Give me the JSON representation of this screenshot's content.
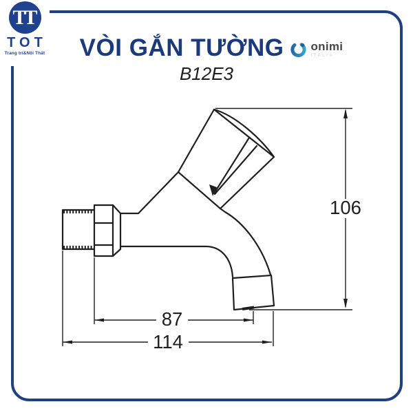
{
  "header": {
    "title": "VÒI GẮN TƯỜNG",
    "model": "B12E3"
  },
  "branding": {
    "tot": {
      "monogram": "TT",
      "name": "TOT",
      "tagline": "Trang trí&Nội Thất"
    },
    "onimi": {
      "name": "onimi",
      "subtext": "ITALIA"
    }
  },
  "drawing": {
    "type": "technical-line-drawing",
    "subject": "wall-mounted faucet side view with threaded wall connector, hex nut, tilted conical handle, curved spout and aerator",
    "dimensions": {
      "height": "106",
      "spout_reach": "87",
      "overall_length": "114"
    }
  },
  "colors": {
    "border_navy": "#21407f",
    "title_navy": "#1a3a7a",
    "logo_navy": "#20418e",
    "line_black": "#1f1f1f",
    "onimi_blue_dark": "#1f5f9e",
    "onimi_blue_light": "#35a3c9"
  }
}
